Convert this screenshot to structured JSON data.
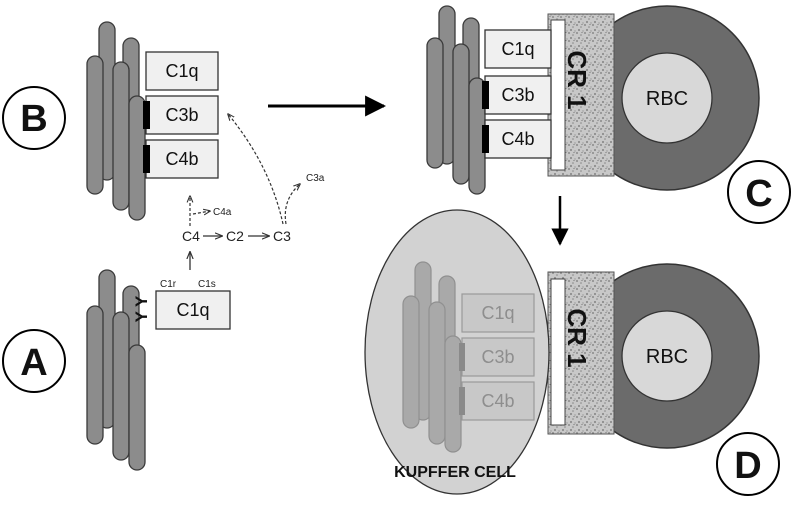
{
  "panels": {
    "a": "A",
    "b": "B",
    "c": "C",
    "d": "D"
  },
  "proteins": {
    "c1q": "C1q",
    "c3b": "C3b",
    "c4b": "C4b"
  },
  "cascade": {
    "c4": "C4",
    "c2": "C2",
    "c3": "C3",
    "c4a": "C4a",
    "c3a": "C3a",
    "c1r": "C1r",
    "c1s": "C1s",
    "antibody": "Y Y"
  },
  "receptor": "CR 1",
  "rbc": "RBC",
  "kupffer": "KUPFFER CELL"
}
